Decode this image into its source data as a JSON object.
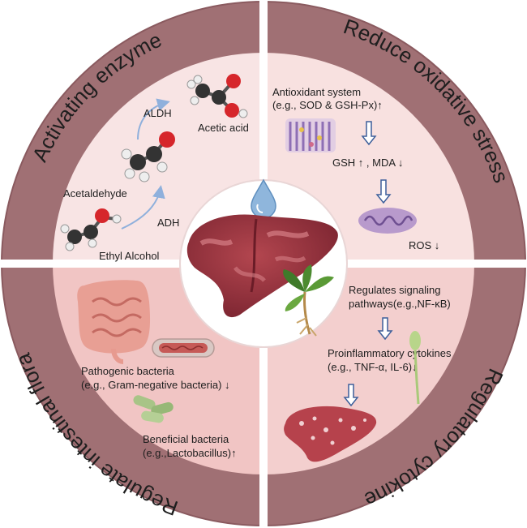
{
  "sectors": {
    "top_left": {
      "title": "Activating enzyme"
    },
    "top_right": {
      "title": "Reduce oxidative stress"
    },
    "bottom_right": {
      "title": "Regulatory cytokine"
    },
    "bottom_left": {
      "title": "Regulate intestinal flora"
    }
  },
  "enzyme": {
    "ethanol": "Ethyl Alcohol",
    "adh": "ADH",
    "acetaldehyde": "Acetaldehyde",
    "aldh": "ALDH",
    "acetic_acid": "Acetic acid"
  },
  "oxidative": {
    "line1": "Antioxidant system",
    "line2": "(e.g., SOD & GSH-Px)↑",
    "gsh_mda": "GSH ↑ ,   MDA ↓",
    "ros": "ROS ↓"
  },
  "cytokine": {
    "line1": "Regulates signaling",
    "line2": "pathways(e.g.,NF-κB)",
    "line3": "Proinflammatory cytokines",
    "line4": "(e.g., TNF-α,  IL-6)↓"
  },
  "flora": {
    "pathogenic1": "Pathogenic bacteria",
    "pathogenic2": "(e.g., Gram-negative bacteria) ↓",
    "beneficial1": "Beneficial bacteria",
    "beneficial2": "(e.g.,Lactobacillus)↑"
  },
  "colors": {
    "ring": "#a07074",
    "quadrant_light": "#f8e4e4",
    "quadrant_dark": "#f1c5c4",
    "liver": "#8f2f3a",
    "arrow_blue": "#8fb0dc"
  }
}
